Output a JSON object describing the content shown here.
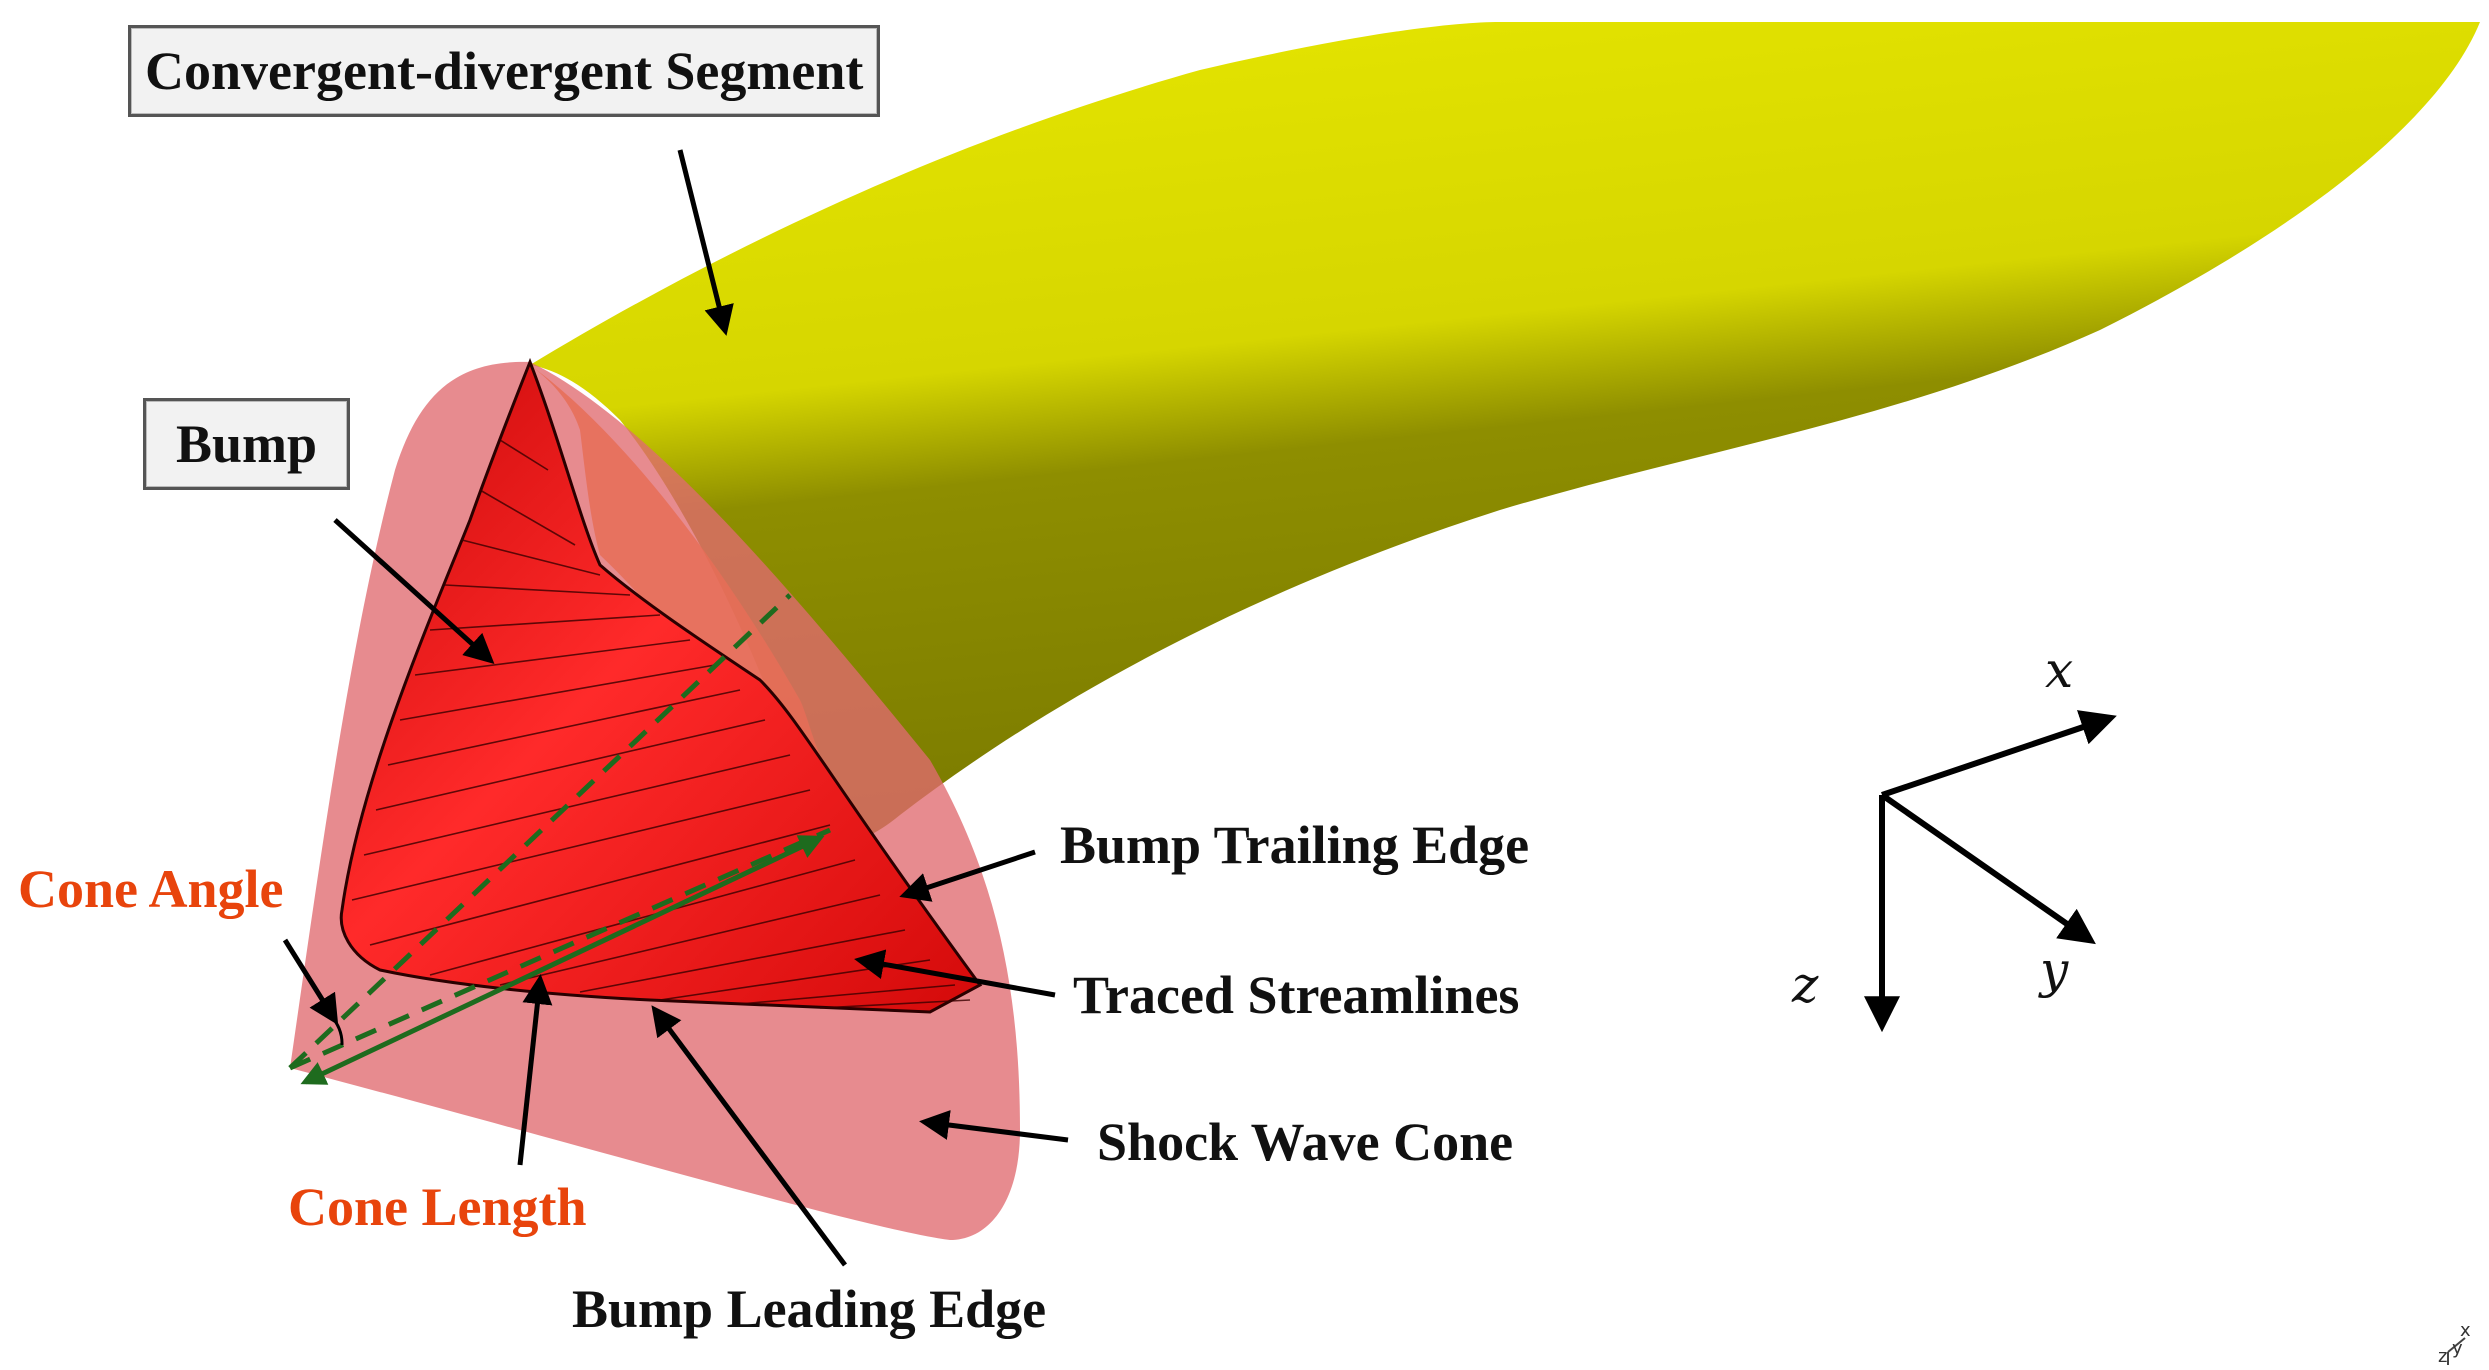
{
  "labels": {
    "convergent_divergent": "Convergent-divergent Segment",
    "bump": "Bump",
    "bump_trailing_edge": "Bump Trailing Edge",
    "traced_streamlines": "Traced Streamlines",
    "shock_wave_cone": "Shock Wave Cone",
    "bump_leading_edge": "Bump Leading Edge",
    "cone_angle": "Cone Angle",
    "cone_length": "Cone Length"
  },
  "axes": {
    "x": "x",
    "y": "y",
    "z": "z"
  },
  "corner_triad": {
    "x": "x",
    "z": "z",
    "y": "y"
  },
  "colors": {
    "duct_light": "#e0e000",
    "duct_dark": "#7f7f00",
    "bump_red": "#ee1010",
    "cone_pink": "#e06a70",
    "orange": "#ff7a00",
    "green_dash": "#1e6b1e",
    "label_red": "#e8440c"
  }
}
